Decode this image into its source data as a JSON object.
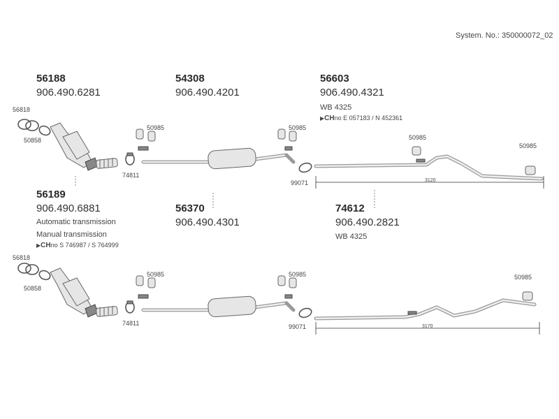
{
  "system_no": "System. No.: 350000072_02",
  "row1": {
    "cat": {
      "code": "56188",
      "part": "906.490.6281"
    },
    "ring_top": "56818",
    "ring_bottom": "50858",
    "clamp": "74811",
    "mid_label": {
      "code": "54308",
      "part": "906.490.4201"
    },
    "hanger_a": "50985",
    "hanger_b": "50985",
    "clip": "99071",
    "rear": {
      "code": "56603",
      "part": "906.490.4321",
      "wb": "WB 4325",
      "chno_prefix": "CH",
      "chno_text": "no  E 057183 / N 452361"
    },
    "hanger_c": "50985",
    "hanger_d": "50985",
    "dimension": "3120"
  },
  "row_mid": {
    "cat": {
      "code": "56189",
      "part": "906.490.6881",
      "note1": "Automatic transmission",
      "note2": "Manual transmission",
      "chno_prefix": "CH",
      "chno_text": "no  S 746987 / S 764999"
    },
    "mid": {
      "code": "56370",
      "part": "906.490.4301"
    },
    "rear": {
      "code": "74612",
      "part": "906.490.2821",
      "wb": "WB 4325"
    }
  },
  "row2": {
    "ring_top": "56818",
    "ring_bottom": "50858",
    "clamp": "74811",
    "hanger_a": "50985",
    "hanger_b": "50985",
    "clip": "99071",
    "hanger_d": "50985",
    "dimension": "3170"
  }
}
